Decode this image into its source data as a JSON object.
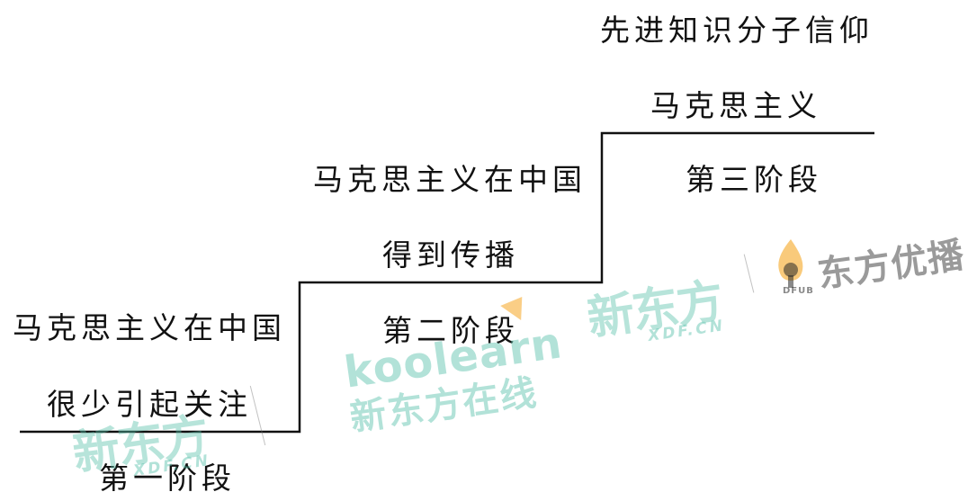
{
  "stage1": {
    "line1": "马克思主义在中国",
    "line2": "很少引起关注",
    "label": "第一阶段"
  },
  "stage2": {
    "line1": "马克思主义在中国",
    "line2": "得到传播",
    "label": "第二阶段"
  },
  "stage3": {
    "line1": "先进知识分子信仰",
    "line2": "马克思主义",
    "label": "第三阶段"
  },
  "watermarks": {
    "xdf_cn": "新东方",
    "xdf_cn_url": "XDF.CN",
    "koolearn": "koolearn",
    "koolearn_cn": "新东方在线",
    "dfub_cn": "东方优播",
    "dfub_en": "DFUB"
  },
  "colors": {
    "line": "#111111",
    "text": "#111111",
    "watermark_green": "#54bea8",
    "flame_orange": "#f5a623"
  }
}
